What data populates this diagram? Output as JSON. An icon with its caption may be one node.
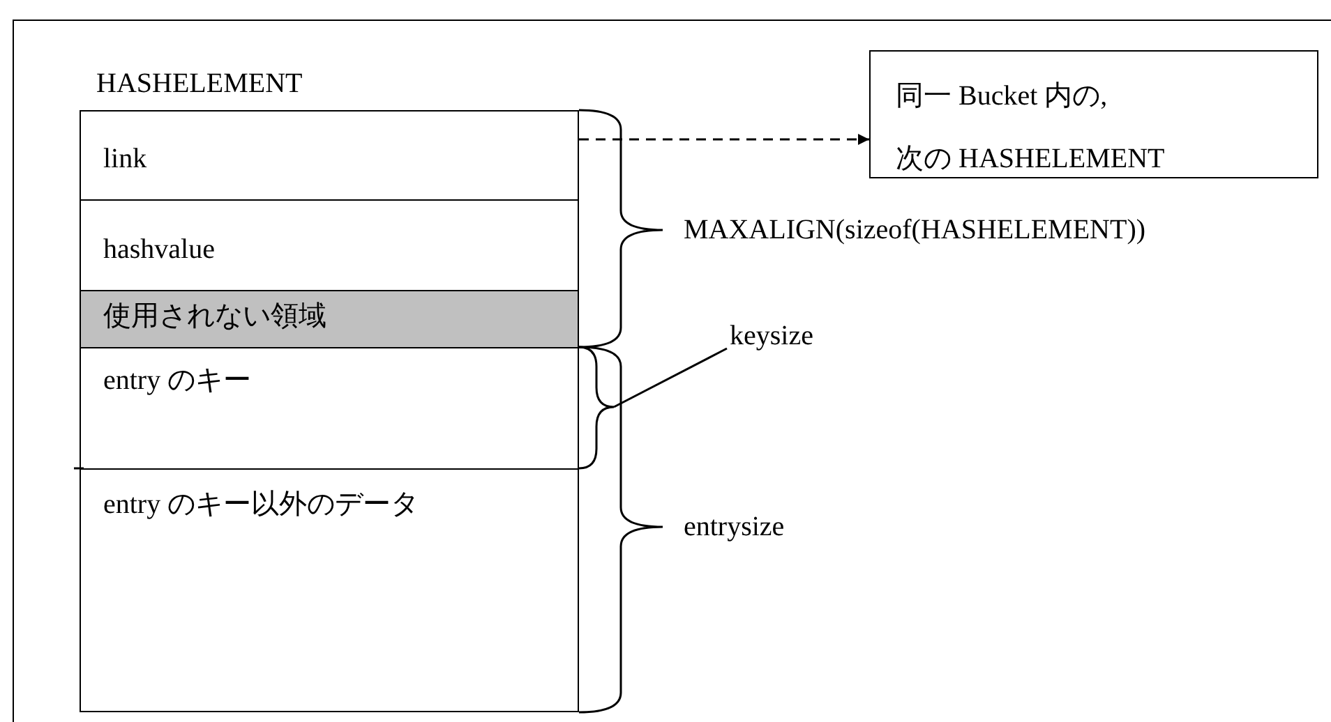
{
  "diagram": {
    "nodes": [
      {
        "text": [
          "HASHELEMENT"
        ]
      },
      {
        "text": [
          "link"
        ],
        "in": 0
      },
      {
        "text": [
          "hashvalue"
        ],
        "in": 0
      },
      {
        "text": [
          "使用されない領域"
        ],
        "in": 0
      },
      {
        "text": [
          "entry のキー"
        ],
        "in": 0
      },
      {
        "text": [
          "entry のキー以外のデータ"
        ],
        "in": 0
      },
      {
        "text": [
          "同一 Bucket 内の,",
          "次の HASHELEMENT"
        ]
      },
      {
        "text": [
          "keysize"
        ]
      },
      {
        "text": [],
        "shape": "brace"
      }
    ],
    "edges": [
      {
        "from": 1,
        "to": 6,
        "arrow": "to",
        "style": "dashed"
      },
      {
        "from": 7,
        "to": 8,
        "arrow": "none"
      }
    ],
    "labels": [
      "MAXALIGN(sizeof(HASHELEMENT))",
      "entrysize"
    ]
  }
}
